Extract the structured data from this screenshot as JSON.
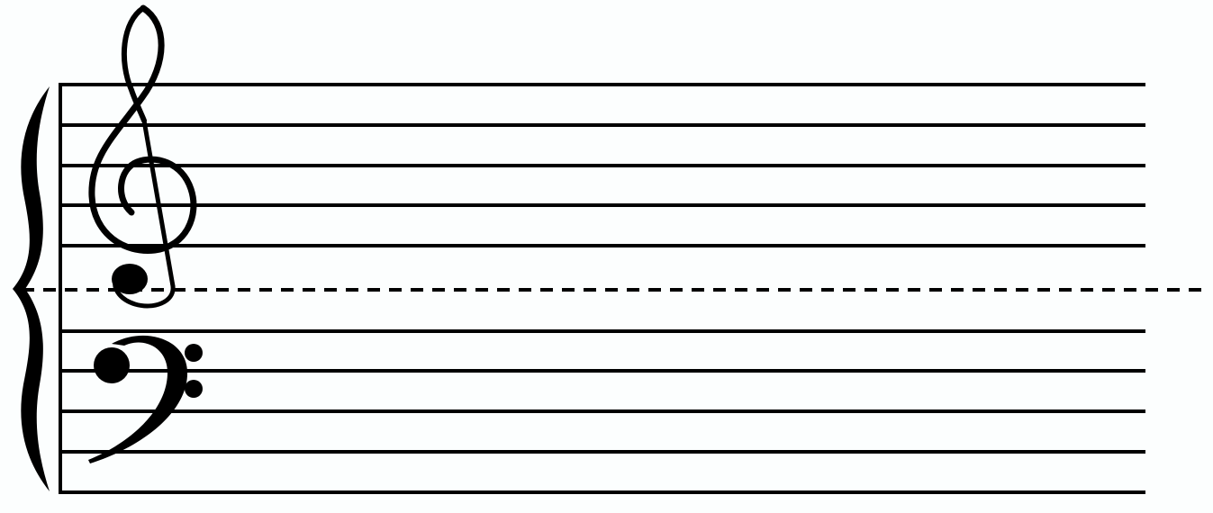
{
  "diagram": {
    "type": "grand-staff",
    "staves": [
      {
        "name": "treble-staff",
        "clef": "treble-clef-icon",
        "line_count": 5
      },
      {
        "name": "bass-staff",
        "clef": "bass-clef-icon",
        "line_count": 5
      }
    ],
    "middle_line": "dashed",
    "brace": "brace-icon",
    "colors": {
      "ink": "#000000",
      "background": "#fcfefe"
    }
  }
}
